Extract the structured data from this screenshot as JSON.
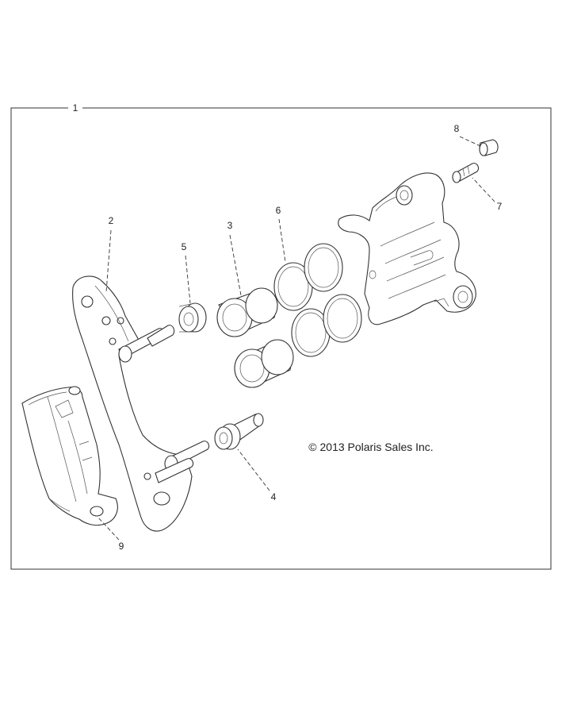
{
  "callouts": {
    "c1": "1",
    "c2": "2",
    "c3": "3",
    "c4": "4",
    "c5": "5",
    "c6": "6",
    "c7": "7",
    "c8": "8",
    "c9": "9"
  },
  "copyright": "© 2013 Polaris Sales Inc."
}
